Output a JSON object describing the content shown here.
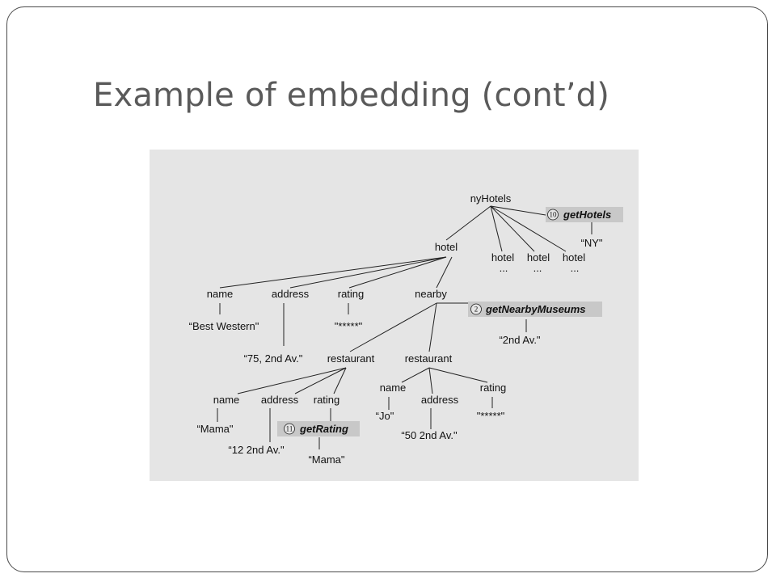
{
  "slide": {
    "title": "Example of embedding (cont’d)"
  },
  "diagram": {
    "root": "nyHotels",
    "hotel": "hotel",
    "hotel2": "hotel",
    "hotel3": "hotel",
    "hotel4": "hotel",
    "ellipsis1": "...",
    "ellipsis2": "...",
    "ellipsis3": "...",
    "get_hotels": {
      "number": "10",
      "name": "getHotels",
      "param": "“NY\""
    },
    "name": "name",
    "address": "address",
    "rating": "rating",
    "nearby": "nearby",
    "name_value": "“Best Western\"",
    "address_value": "“75, 2nd Av.\"",
    "rating_value": "\"*****\"",
    "get_nearby_museums": {
      "number": "2",
      "name": "getNearbyMuseums",
      "param": "“2nd Av.\""
    },
    "restaurant1": {
      "label": "restaurant",
      "name": "name",
      "address": "address",
      "rating": "rating",
      "name_value": "“Mama\"",
      "address_value": "“12 2nd Av.\"",
      "get_rating": {
        "number": "11",
        "name": "getRating",
        "param": "“Mama\""
      }
    },
    "restaurant2": {
      "label": "restaurant",
      "name": "name",
      "address": "address",
      "rating": "rating",
      "name_value": "“Jo\"",
      "address_value": "“50 2nd Av.\"",
      "rating_value": "\"*****\""
    }
  }
}
